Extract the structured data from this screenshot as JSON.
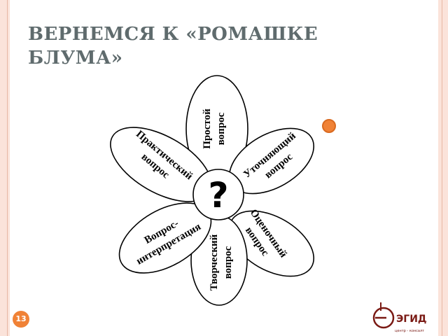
{
  "slide": {
    "title_line1": "ВЕРНЕМСЯ К «РОМАШКЕ",
    "title_line2": "БЛУМА»",
    "page_number": "13"
  },
  "daisy": {
    "center_symbol": "?",
    "petals": [
      {
        "line1": "Простой",
        "line2": "вопрос"
      },
      {
        "line1": "Уточняющий",
        "line2": "вопрос"
      },
      {
        "line1": "Оценочный",
        "line2": "вопрос"
      },
      {
        "line1": "Творческий",
        "line2": "вопрос"
      },
      {
        "line1": "Вопрос-",
        "line2": "интерпретация"
      },
      {
        "line1": "Практический",
        "line2": "вопрос"
      }
    ]
  },
  "logo": {
    "name": "ЭГИДА",
    "tagline": "центр - консалт"
  },
  "colors": {
    "accent": "#f08236",
    "frame": "#fbe3da",
    "title": "#5f6b6d",
    "logo": "#7a1a14"
  }
}
